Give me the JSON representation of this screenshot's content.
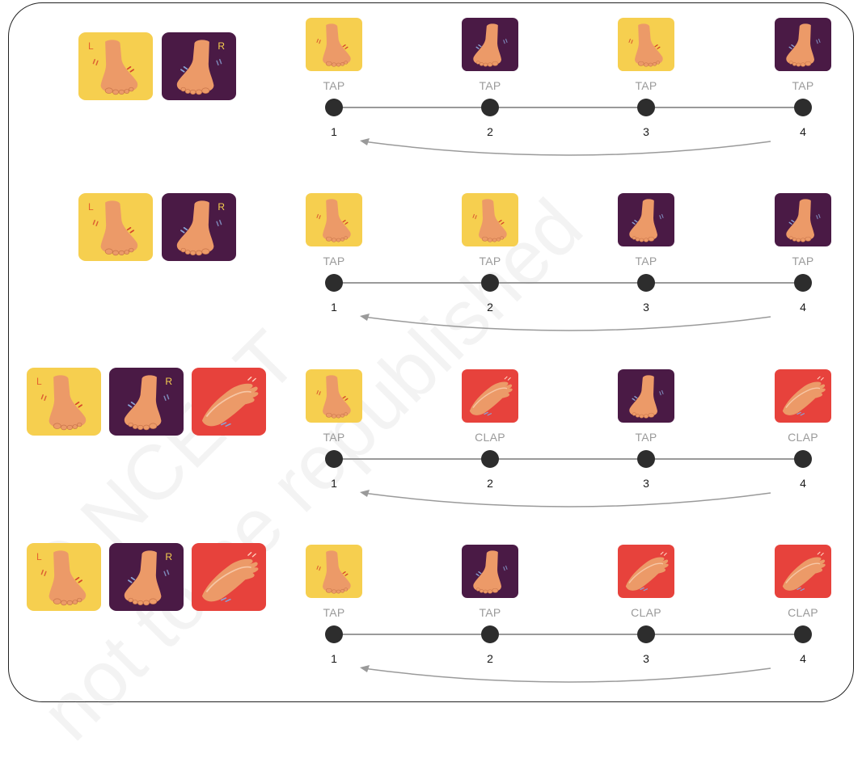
{
  "colors": {
    "foot_left_bg": "#f6cf4f",
    "foot_right_bg": "#4a1a45",
    "clap_bg": "#e7423c",
    "skin": "#ec9a68",
    "dot": "#2d2d2d",
    "line": "#9a9a9a"
  },
  "watermarks": [
    "© NCERT",
    "not to be republished"
  ],
  "rows": [
    {
      "legend": [
        {
          "type": "foot_left",
          "letter": "L"
        },
        {
          "type": "foot_right",
          "letter": "R"
        }
      ],
      "beats": [
        {
          "tile": "foot_left",
          "label": "TAP",
          "number": "1"
        },
        {
          "tile": "foot_right",
          "label": "TAP",
          "number": "2"
        },
        {
          "tile": "foot_left",
          "label": "TAP",
          "number": "3"
        },
        {
          "tile": "foot_right",
          "label": "TAP",
          "number": "4"
        }
      ]
    },
    {
      "legend": [
        {
          "type": "foot_left",
          "letter": "L"
        },
        {
          "type": "foot_right",
          "letter": "R"
        }
      ],
      "beats": [
        {
          "tile": "foot_left",
          "label": "TAP",
          "number": "1"
        },
        {
          "tile": "foot_left",
          "label": "TAP",
          "number": "2"
        },
        {
          "tile": "foot_right",
          "label": "TAP",
          "number": "3"
        },
        {
          "tile": "foot_right",
          "label": "TAP",
          "number": "4"
        }
      ]
    },
    {
      "legend": [
        {
          "type": "foot_left",
          "letter": "L"
        },
        {
          "type": "foot_right",
          "letter": "R"
        },
        {
          "type": "clap",
          "letter": ""
        }
      ],
      "beats": [
        {
          "tile": "foot_left",
          "label": "TAP",
          "number": "1"
        },
        {
          "tile": "clap",
          "label": "CLAP",
          "number": "2"
        },
        {
          "tile": "foot_right",
          "label": "TAP",
          "number": "3"
        },
        {
          "tile": "clap",
          "label": "CLAP",
          "number": "4"
        }
      ]
    },
    {
      "legend": [
        {
          "type": "foot_left",
          "letter": "L"
        },
        {
          "type": "foot_right",
          "letter": "R"
        },
        {
          "type": "clap",
          "letter": ""
        }
      ],
      "beats": [
        {
          "tile": "foot_left",
          "label": "TAP",
          "number": "1"
        },
        {
          "tile": "foot_right",
          "label": "TAP",
          "number": "2"
        },
        {
          "tile": "clap",
          "label": "CLAP",
          "number": "3"
        },
        {
          "tile": "clap",
          "label": "CLAP",
          "number": "4"
        }
      ]
    }
  ]
}
